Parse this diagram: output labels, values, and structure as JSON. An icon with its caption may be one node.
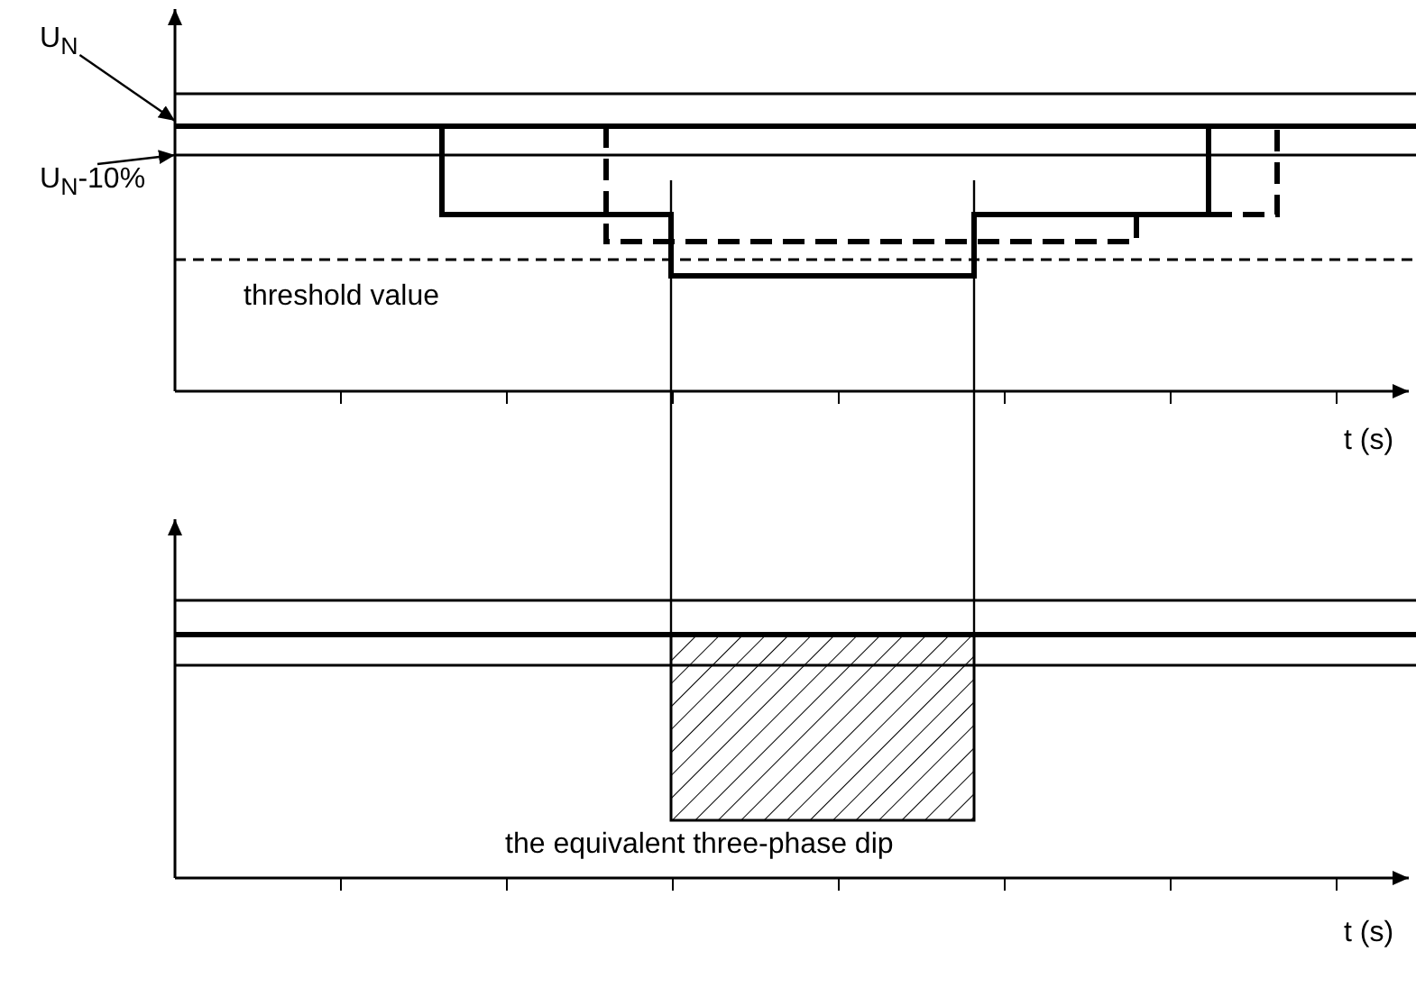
{
  "diagram": {
    "nodes": [
      {
        "text": [
          "U$_{N}$"
        ]
      },
      {
        "text": [
          "U$_{N}$-10%"
        ]
      },
      {
        "text": [],
        "shape": "bar"
      },
      {
        "text": [],
        "shape": "bar"
      }
    ],
    "edges": [
      {
        "from": 0,
        "to": 2,
        "arrow": "to"
      },
      {
        "from": 1,
        "to": 3,
        "arrow": "to"
      }
    ],
    "labels": [
      "threshold value",
      "t (s)",
      "the equivalent three-phase dip",
      "t (s)"
    ]
  }
}
